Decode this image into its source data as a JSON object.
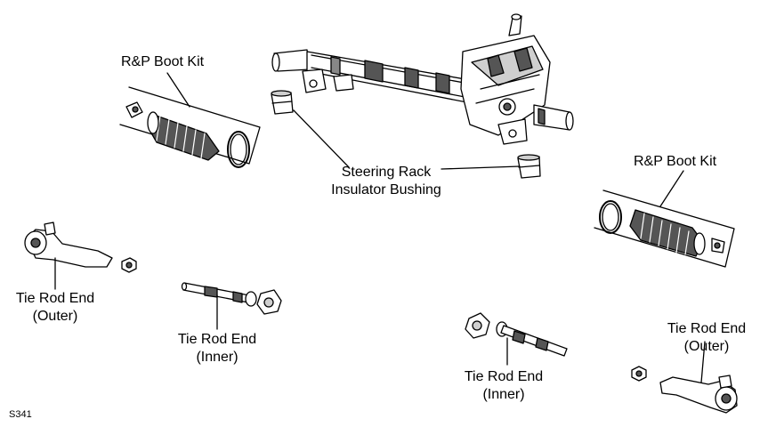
{
  "labels": {
    "boot_kit_left": "R&P Boot Kit",
    "boot_kit_right": "R&P Boot Kit",
    "bushing_line1": "Steering Rack",
    "bushing_line2": "Insulator Bushing",
    "outer_left_line1": "Tie Rod End",
    "outer_left_line2": "(Outer)",
    "inner_left_line1": "Tie Rod End",
    "inner_left_line2": "(Inner)",
    "inner_right_line1": "Tie Rod End",
    "inner_right_line2": "(Inner)",
    "outer_right_line1": "Tie Rod End",
    "outer_right_line2": "(Outer)"
  },
  "figure_id": "S341",
  "colors": {
    "ink": "#000000",
    "paper": "#ffffff",
    "shade": "#cfcfcf",
    "dark": "#555555"
  }
}
